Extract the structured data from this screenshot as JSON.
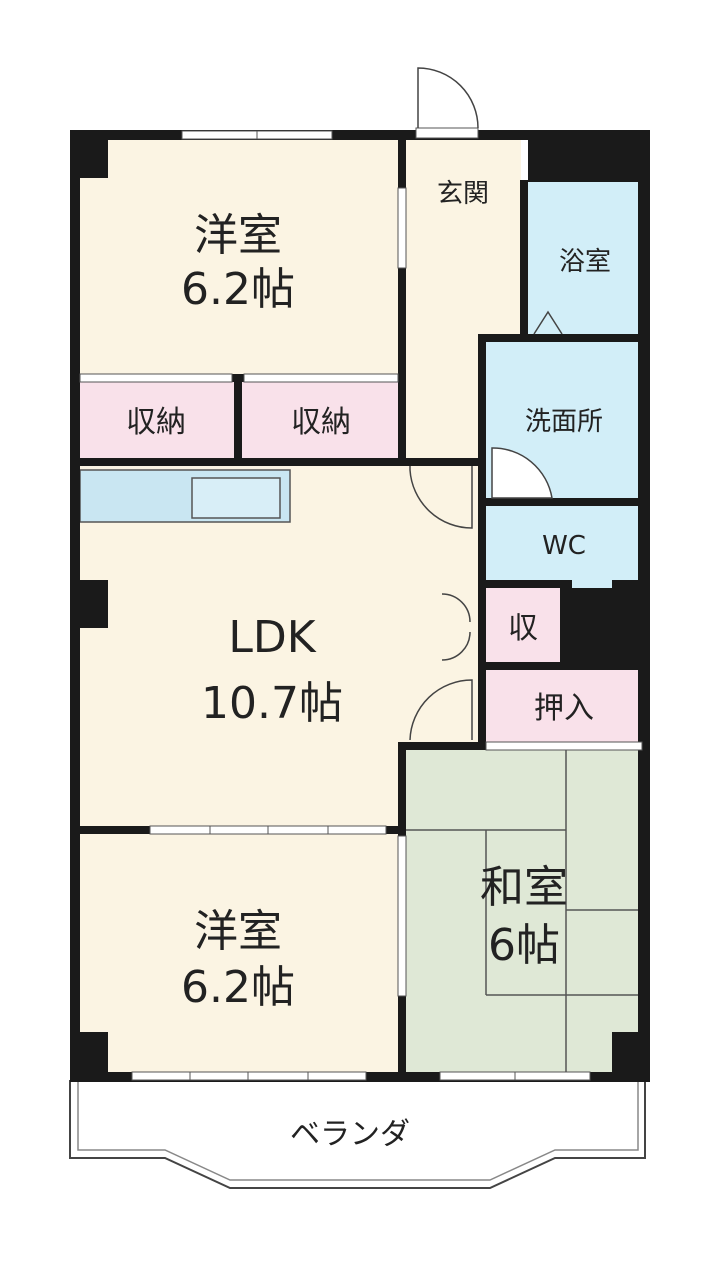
{
  "rooms": {
    "western_top": {
      "name": "洋室",
      "size": "6.2帖"
    },
    "storage_1": {
      "name": "収納"
    },
    "storage_2": {
      "name": "収納"
    },
    "entrance": {
      "name": "玄関"
    },
    "bath": {
      "name": "浴室"
    },
    "washroom": {
      "name": "洗面所"
    },
    "wc": {
      "name": "WC"
    },
    "closet_small": {
      "name": "収"
    },
    "oshiire": {
      "name": "押入"
    },
    "ldk": {
      "name": "LDK",
      "size": "10.7帖"
    },
    "western_bottom": {
      "name": "洋室",
      "size": "6.2帖"
    },
    "japanese": {
      "name": "和室",
      "size": "6帖"
    },
    "veranda": {
      "name": "ベランダ"
    }
  },
  "colors": {
    "western_floor": "#fbf4e3",
    "storage_floor": "#f9e1ea",
    "water_area": "#d2eef8",
    "tatami": "#dfe8d6",
    "wall": "#1a1a1a"
  }
}
